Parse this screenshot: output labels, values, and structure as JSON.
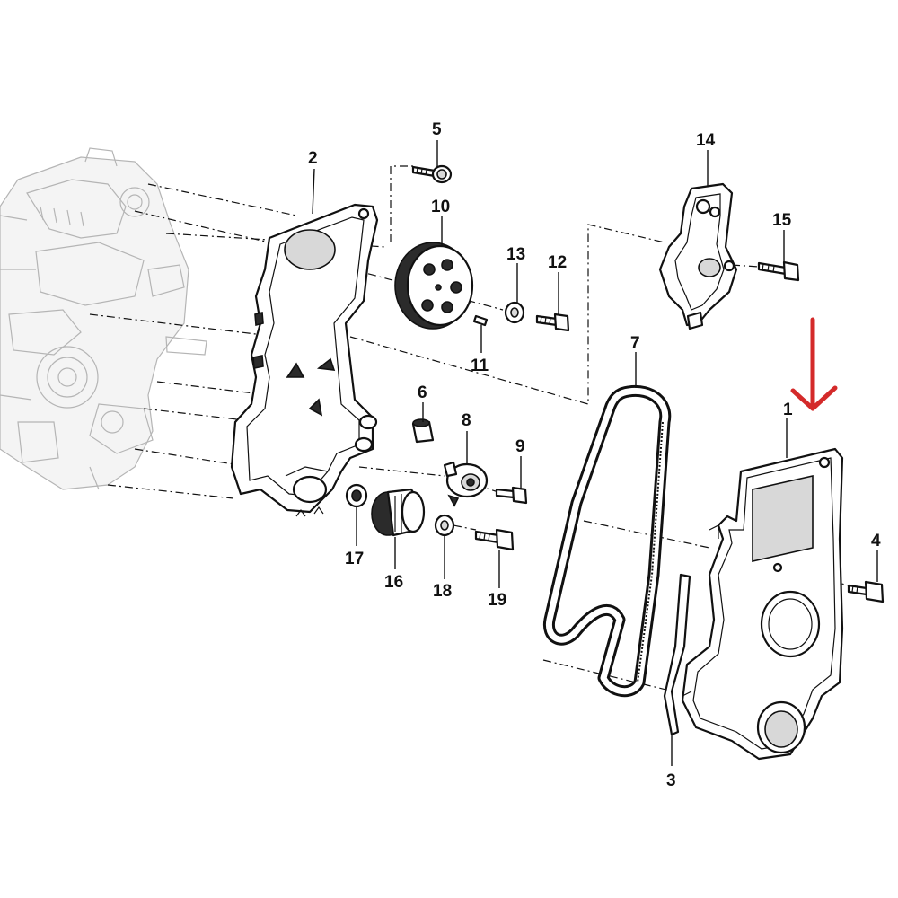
{
  "diagram": {
    "callouts": [
      {
        "id": "1",
        "label": "1"
      },
      {
        "id": "2",
        "label": "2"
      },
      {
        "id": "3",
        "label": "3"
      },
      {
        "id": "4",
        "label": "4"
      },
      {
        "id": "5",
        "label": "5"
      },
      {
        "id": "6",
        "label": "6"
      },
      {
        "id": "7",
        "label": "7"
      },
      {
        "id": "8",
        "label": "8"
      },
      {
        "id": "9",
        "label": "9"
      },
      {
        "id": "10",
        "label": "10"
      },
      {
        "id": "11",
        "label": "11"
      },
      {
        "id": "12",
        "label": "12"
      },
      {
        "id": "13",
        "label": "13"
      },
      {
        "id": "14",
        "label": "14"
      },
      {
        "id": "15",
        "label": "15"
      },
      {
        "id": "16",
        "label": "16"
      },
      {
        "id": "17",
        "label": "17"
      },
      {
        "id": "18",
        "label": "18"
      },
      {
        "id": "19",
        "label": "19"
      }
    ],
    "highlight_arrow": {
      "color": "#d42a2a",
      "points_to": "1"
    },
    "line_color": "#111111",
    "engine_color": "#b5b5b5"
  }
}
